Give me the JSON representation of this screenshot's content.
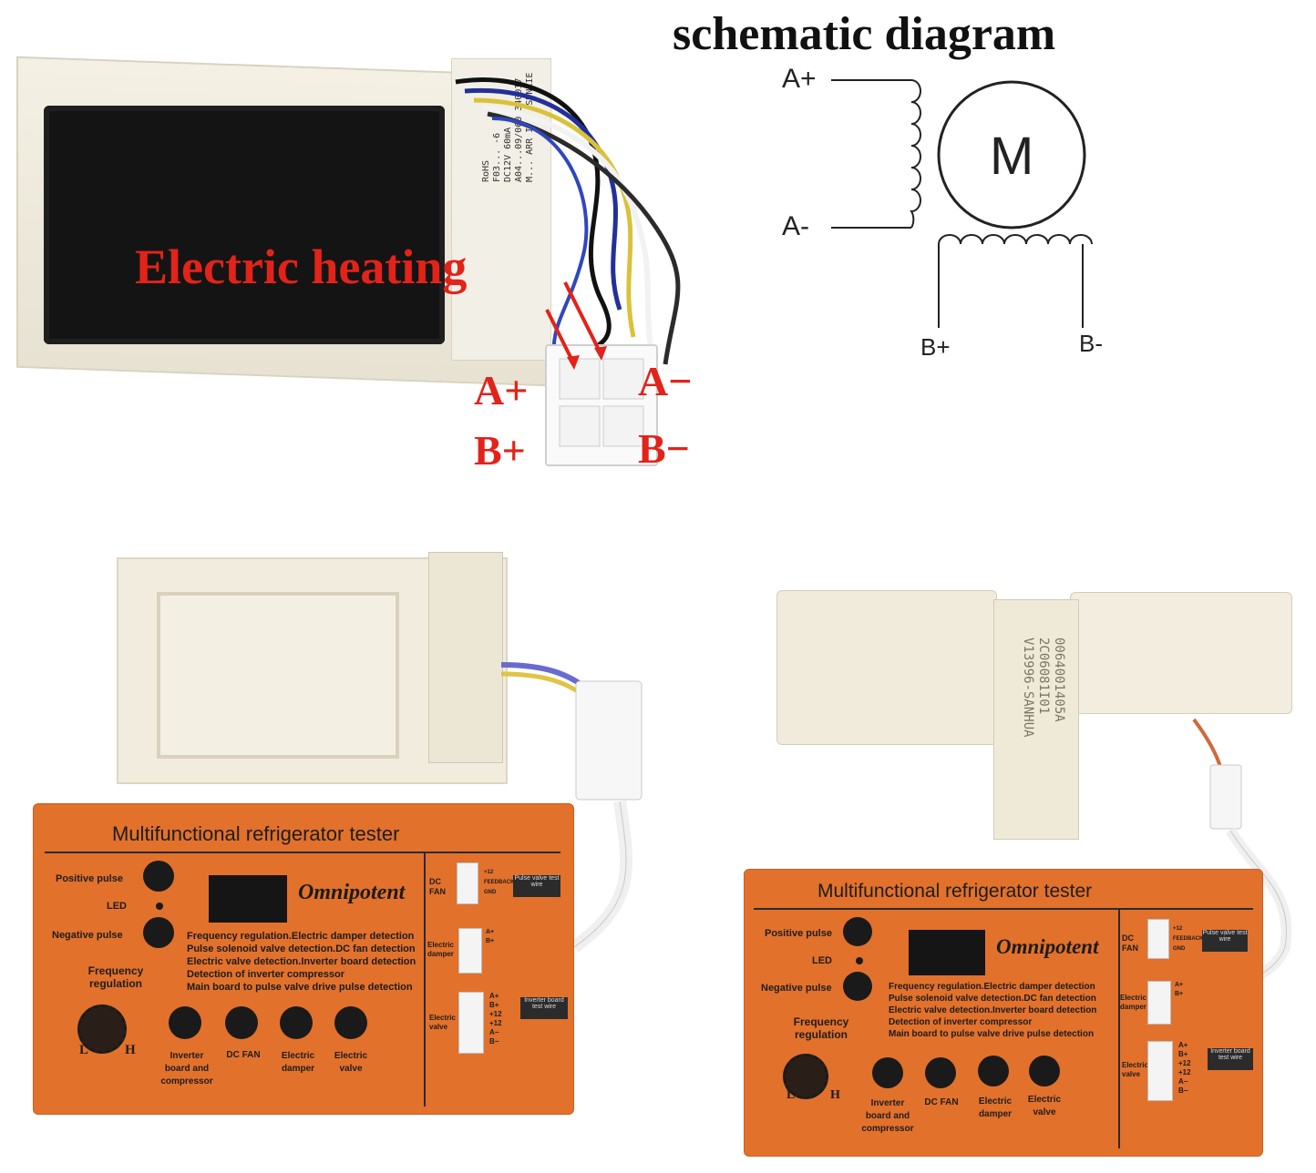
{
  "schematic": {
    "title": "schematic diagram",
    "motor_label": "M",
    "terminals": {
      "a_plus": "A+",
      "a_minus": "A-",
      "b_plus": "B+",
      "b_minus": "B-"
    }
  },
  "photo_top": {
    "heating_label": "Electric heating",
    "pins": {
      "a_plus": "A+",
      "a_minus": "A−",
      "b_plus": "B+",
      "b_minus": "B−"
    },
    "label_text": "RoHS\nF03... -6\nDC12V 60mA\nA04...09/06093400I7\nM... ARR I7   SDNKIE"
  },
  "photo_right_block_text": "0064001405A\n2C06081I01\nV13996-SANHUA",
  "tester": {
    "title": "Multifunctional refrigerator tester",
    "positive_pulse": "Positive pulse",
    "led": "LED",
    "negative_pulse": "Negative pulse",
    "frequency_regulation": "Frequency regulation",
    "knob_low": "L",
    "knob_high": "H",
    "brand": "Omnipotent",
    "detection_lines": [
      "Frequency regulation.Electric damper detection",
      "Pulse solenoid valve detection.DC fan detection",
      "Electric valve detection.Inverter board detection",
      "Detection of inverter compressor",
      "Main board to pulse valve drive pulse detection"
    ],
    "buttons": [
      "Inverter board and compressor",
      "DC FAN",
      "Electric damper",
      "Electric valve"
    ],
    "ports": {
      "dc_fan": "DC FAN",
      "dc_fan_pins": "+12\nFEEDBACK\nGND",
      "pulse_tag": "Pulse valve test wire",
      "electric_damper": "Electric damper",
      "damper_pins": "A+\nB+",
      "electric_valve": "Electric valve",
      "valve_pins": "A+\nB+\n+12\n+12\nA−\nB−",
      "inverter_tag": "Inverter board test wire"
    }
  }
}
